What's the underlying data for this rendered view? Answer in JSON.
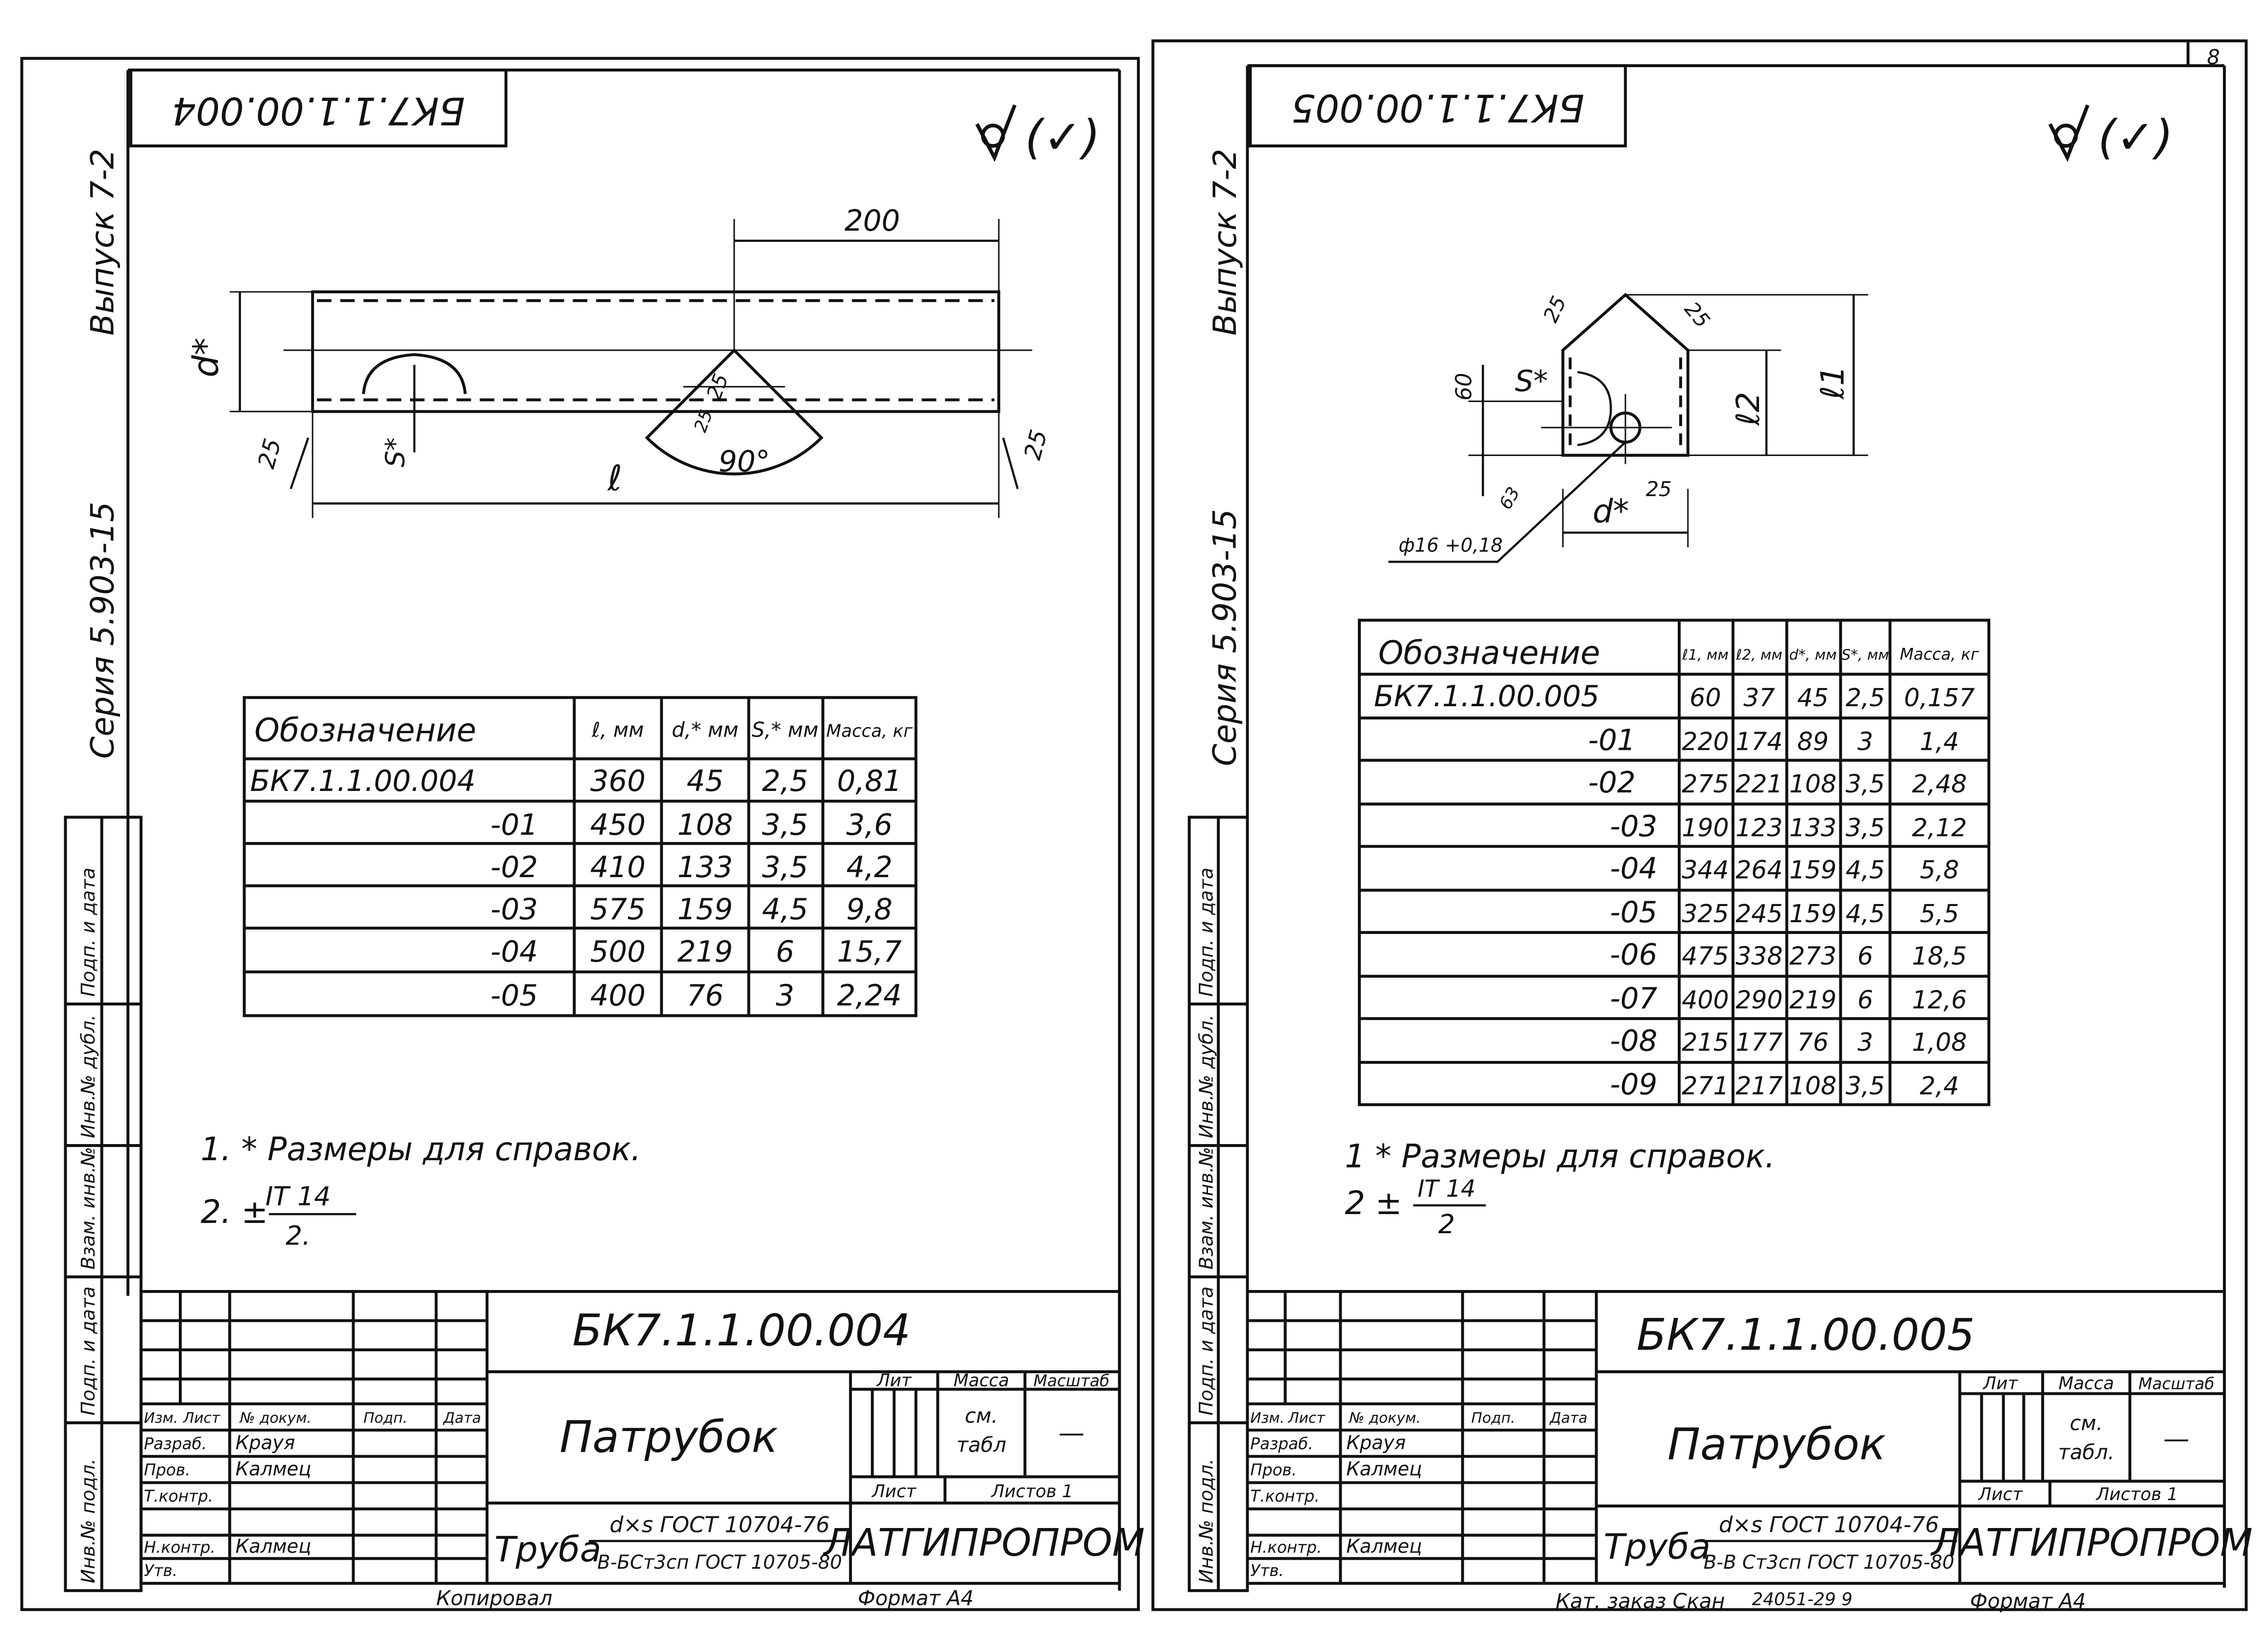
{
  "sheet_number": "8",
  "left": {
    "code_stamp": "БК7.1.1.00.004",
    "vypusk": "Выпуск 7-2",
    "seriya": "Серия 5.903-15",
    "roughness": "(✓)",
    "dims": {
      "length_top": "200",
      "d_star": "d*",
      "s_star": "S*",
      "l": "ℓ",
      "angle": "90°",
      "r25_left": "25",
      "r25_right": "25",
      "r25_cut_a": "25",
      "r25_cut_b": "25"
    },
    "table": {
      "headers": [
        "Обозначение",
        "ℓ, мм",
        "d,* мм",
        "S,* мм",
        "Масса, кг"
      ],
      "rows": [
        [
          "БК7.1.1.00.004",
          "360",
          "45",
          "2,5",
          "0,81"
        ],
        [
          "-01",
          "450",
          "108",
          "3,5",
          "3,6"
        ],
        [
          "-02",
          "410",
          "133",
          "3,5",
          "4,2"
        ],
        [
          "-03",
          "575",
          "159",
          "4,5",
          "9,8"
        ],
        [
          "-04",
          "500",
          "219",
          "6",
          "15,7"
        ],
        [
          "-05",
          "400",
          "76",
          "3",
          "2,24"
        ]
      ]
    },
    "notes": {
      "note1": "1. * Размеры для справок.",
      "note2_prefix": "2. ±",
      "note2_num": "IT 14",
      "note2_den": "2."
    },
    "side_strip": [
      "Инв.№ подл.",
      "Подп. и дата",
      "Взам. инв.№",
      "Инв.№ дубл.",
      "Подп. и дата"
    ],
    "title_block": {
      "code": "БК7.1.1.00.004",
      "name": "Патрубок",
      "material_prefix": "Труба",
      "material_top": "d×s ГОСТ 10704-76",
      "material_bottom": "В-БСт3сп ГОСТ 10705-80",
      "org": "ЛАТГИПРОПРОМ",
      "lit": "Лит",
      "massa": "Масса",
      "masshtab": "Масштаб",
      "massa_val1": "см.",
      "massa_val2": "табл",
      "scale_val": "—",
      "list": "Лист",
      "listov": "Листов 1",
      "roles": [
        "Изм.",
        "Лист",
        "№ докум.",
        "Подп.",
        "Дата"
      ],
      "people": [
        [
          "Разраб.",
          "Крауя"
        ],
        [
          "Пров.",
          "Калмец"
        ],
        [
          "Т.контр.",
          ""
        ],
        [
          "Н.контр.",
          "Калмец"
        ],
        [
          "Утв.",
          ""
        ]
      ]
    },
    "footer_copied": "Копировал",
    "footer_format": "Формат А4"
  },
  "right": {
    "code_stamp": "БК7.1.1.00.005",
    "vypusk": "Выпуск 7-2",
    "seriya": "Серия 5.903-15",
    "roughness": "(✓)",
    "dims": {
      "s_star": "S*",
      "d_star": "d*",
      "l1": "ℓ1",
      "l2": "ℓ2",
      "d60": "60",
      "hole": "ф16 +0,18",
      "r25_a": "25",
      "r25_b": "25",
      "r25_c": "25",
      "r63": "63"
    },
    "table": {
      "headers": [
        "Обозначение",
        "ℓ1, мм",
        "ℓ2, мм",
        "d*, мм",
        "S*, мм",
        "Масса, кг"
      ],
      "rows": [
        [
          "БК7.1.1.00.005",
          "60",
          "37",
          "45",
          "2,5",
          "0,157"
        ],
        [
          "-01",
          "220",
          "174",
          "89",
          "3",
          "1,4"
        ],
        [
          "-02",
          "275",
          "221",
          "108",
          "3,5",
          "2,48"
        ],
        [
          "-03",
          "190",
          "123",
          "133",
          "3,5",
          "2,12"
        ],
        [
          "-04",
          "344",
          "264",
          "159",
          "4,5",
          "5,8"
        ],
        [
          "-05",
          "325",
          "245",
          "159",
          "4,5",
          "5,5"
        ],
        [
          "-06",
          "475",
          "338",
          "273",
          "6",
          "18,5"
        ],
        [
          "-07",
          "400",
          "290",
          "219",
          "6",
          "12,6"
        ],
        [
          "-08",
          "215",
          "177",
          "76",
          "3",
          "1,08"
        ],
        [
          "-09",
          "271",
          "217",
          "108",
          "3,5",
          "2,4"
        ]
      ]
    },
    "notes": {
      "note1": "1 * Размеры для справок.",
      "note2_prefix": "2 ±",
      "note2_num": "IT 14",
      "note2_den": "2"
    },
    "side_strip": [
      "Инв.№ подл.",
      "Подп. и дата",
      "Взам. инв.№",
      "Инв.№ дубл.",
      "Подп. и дата"
    ],
    "title_block": {
      "code": "БК7.1.1.00.005",
      "name": "Патрубок",
      "material_prefix": "Труба",
      "material_top": "d×s ГОСТ 10704-76",
      "material_bottom": "В-В Ст3сп ГОСТ 10705-80",
      "org": "ЛАТГИПРОПРОМ",
      "lit": "Лит",
      "massa": "Масса",
      "masshtab": "Масштаб",
      "massa_val1": "см.",
      "massa_val2": "табл.",
      "scale_val": "—",
      "list": "Лист",
      "listov": "Листов 1",
      "roles": [
        "Изм.",
        "Лист",
        "№ докум.",
        "Подп.",
        "Дата"
      ],
      "people": [
        [
          "Разраб.",
          "Крауя"
        ],
        [
          "Пров.",
          "Калмец"
        ],
        [
          "Т.контр.",
          ""
        ],
        [
          "Н.контр.",
          "Калмец"
        ],
        [
          "Утв.",
          ""
        ]
      ]
    },
    "footer_copied": "Кат. заказ Скан",
    "footer_number": "24051-29  9",
    "footer_format": "Формат А4"
  }
}
